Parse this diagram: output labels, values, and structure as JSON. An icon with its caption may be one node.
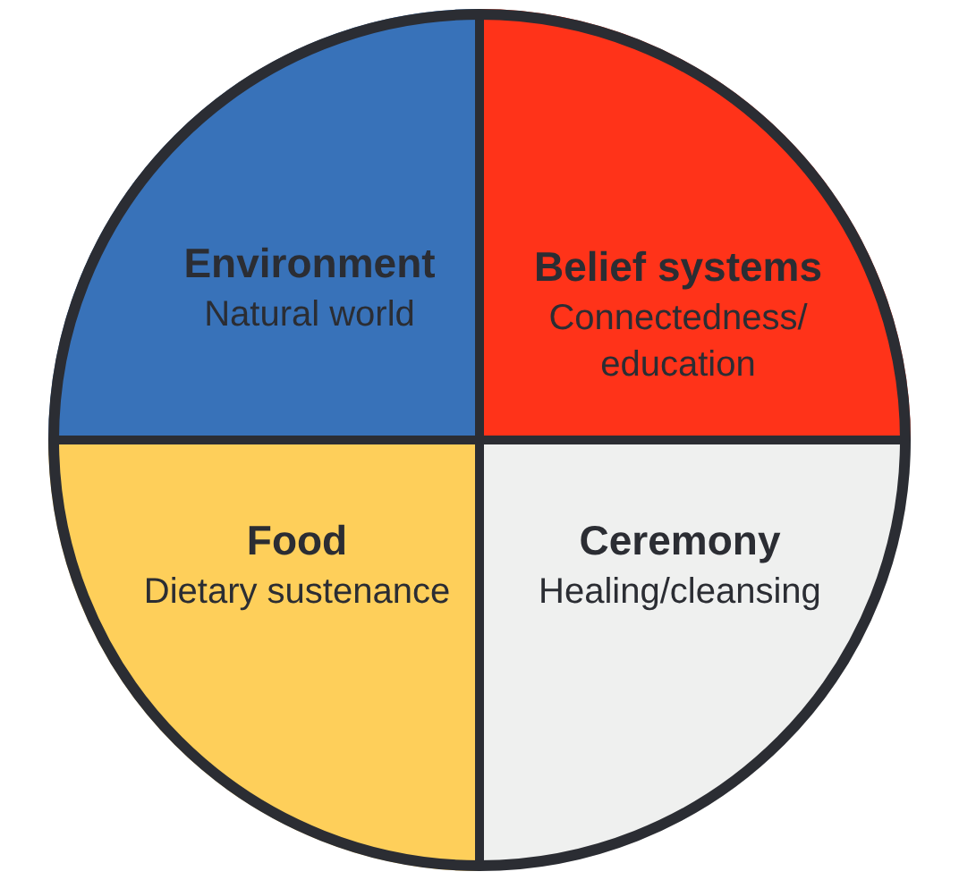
{
  "diagram": {
    "nodes": [
      {
        "text": [],
        "shape": "circle"
      },
      {
        "text": [
          "Environment",
          "Natural world"
        ],
        "in": 0
      },
      {
        "text": [
          "Belief systems",
          "Connectedness/ education"
        ],
        "in": 0
      },
      {
        "text": [
          "Food",
          "Dietary sustenance"
        ],
        "in": 0
      },
      {
        "text": [
          "Ceremony",
          "Healing/cleansing"
        ],
        "in": 0
      }
    ]
  }
}
